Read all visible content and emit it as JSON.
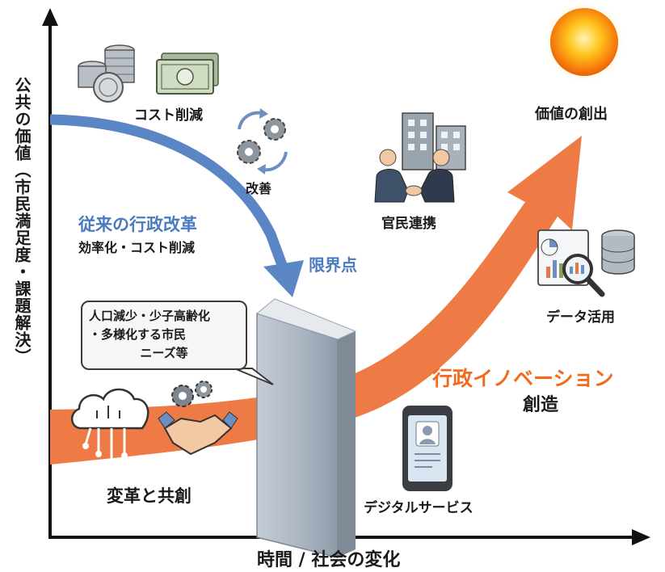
{
  "axes": {
    "y_label": "公共の価値（市民満足度・課題解決）",
    "x_label": "時間 / 社会の変化"
  },
  "traditional": {
    "title": "従来の行政改革",
    "subtitle": "効率化・コスト削減",
    "limit": "限界点",
    "cost_cut": "コスト削減",
    "improve": "改善"
  },
  "bubble": {
    "line1": "人口減少・少子高齢化",
    "line2": "・多様化する市民",
    "line3": "ニーズ等"
  },
  "innovation": {
    "title": "行政イノベーション",
    "subtitle": "創造",
    "value_creation": "価値の創出",
    "public_private": "官民連携",
    "data_use": "データ活用",
    "digital_service": "デジタルサービス",
    "reform": "変革と共創"
  },
  "colors": {
    "orange": "#ee7a45",
    "blue": "#5b86c5",
    "blue_text": "#4a7bbf",
    "innovation_text": "#f26a1b",
    "wall": "#aab4c0"
  }
}
